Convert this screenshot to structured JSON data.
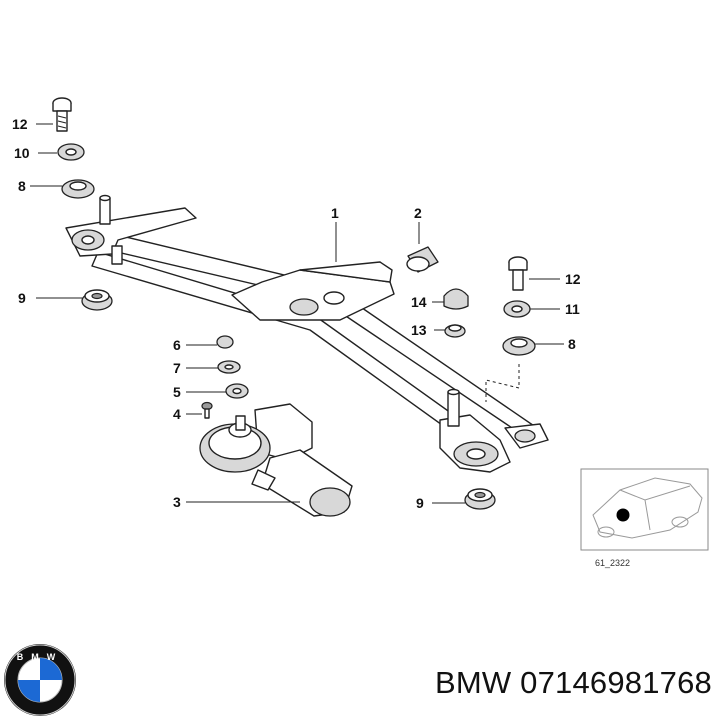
{
  "diagram": {
    "callouts": {
      "c1": "1",
      "c2": "2",
      "c3": "3",
      "c4": "4",
      "c5": "5",
      "c6": "6",
      "c7": "7",
      "c8_left": "8",
      "c8_right": "8",
      "c9_left": "9",
      "c9_bottom": "9",
      "c10": "10",
      "c11": "11",
      "c12_left": "12",
      "c12_right": "12",
      "c13": "13",
      "c14": "14"
    },
    "inset_code": "61_2322"
  },
  "brand": {
    "logo_text": "BMW",
    "part_caption": "BMW 07146981768"
  },
  "colors": {
    "line": "#222222",
    "logo_blue": "#1c69d4",
    "logo_ring": "#111111"
  }
}
